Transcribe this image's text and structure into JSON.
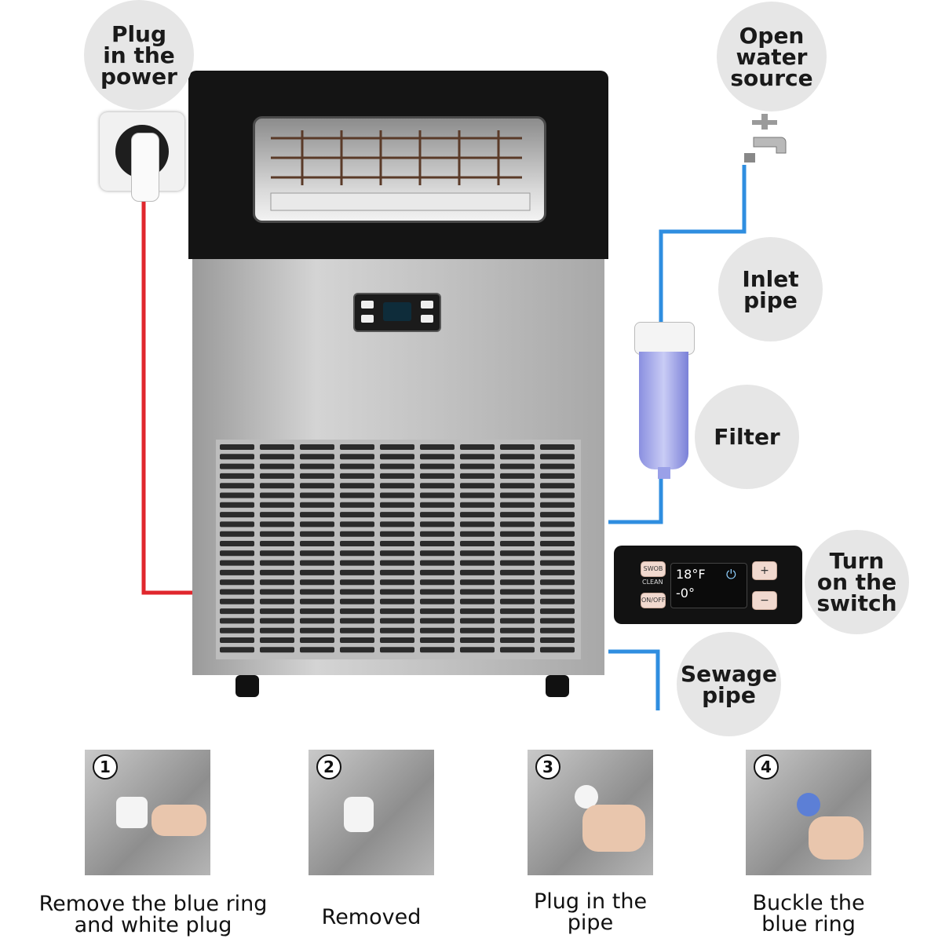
{
  "bubbles": {
    "plug_power": "Plug\nin the\npower",
    "open_water": "Open\nwater\nsource",
    "inlet_pipe": "Inlet\npipe",
    "filter": "Filter",
    "turn_on": "Turn\non the\nswitch",
    "sewage_pipe": "Sewage\npipe"
  },
  "steps": [
    {
      "number": "1",
      "caption": "Remove the blue ring\nand white plug"
    },
    {
      "number": "2",
      "caption": "Removed"
    },
    {
      "number": "3",
      "caption": "Plug in the\npipe"
    },
    {
      "number": "4",
      "caption": "Buckle the\nblue ring"
    }
  ],
  "control_panel": {
    "left_top_button": "SWOB",
    "left_bottom_button": "ON/OFF",
    "mid_label": "CLEAN",
    "display_top": "18°F",
    "display_bottom": "-0°",
    "plus": "+",
    "minus": "−"
  },
  "colors": {
    "power_cable": "#e0272d",
    "water_pipe": "#2f8ee0",
    "bubble": "#e6e6e6",
    "steel": "#b8b8b8",
    "lid": "#141414"
  }
}
